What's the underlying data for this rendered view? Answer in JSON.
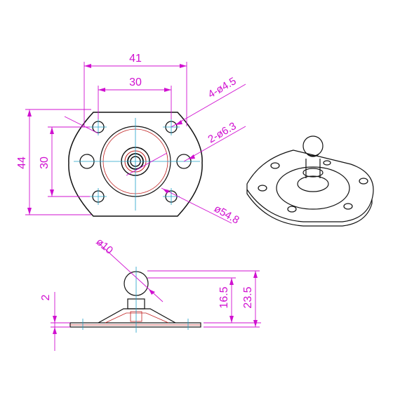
{
  "colors": {
    "outline": "#111111",
    "dimension": "#d010d0",
    "centerline": "#1fa0c8",
    "hidden": "#c02020",
    "background": "#ffffff"
  },
  "top_view": {
    "width_outer": "41",
    "hole_spacing": "30",
    "height_outer": "44",
    "hole_spacing_vertical": "30",
    "callout_holes": "4-ø4.5",
    "callout_center": "2-ø6.3",
    "callout_plate": "ø54.8"
  },
  "side_view": {
    "ball_diameter": "ø10",
    "plate_thickness": "2",
    "ball_height": "16.5",
    "total_height": "23.5"
  },
  "iso_view": {
    "caption": ""
  }
}
